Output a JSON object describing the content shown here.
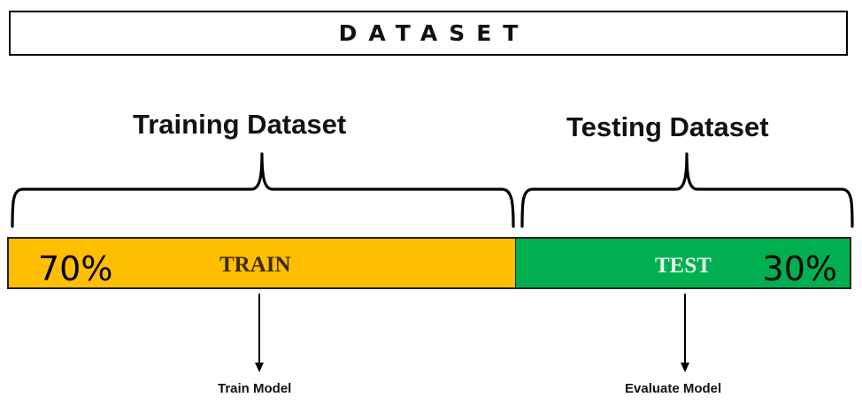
{
  "dataset": {
    "title": "DATASET"
  },
  "training": {
    "section_title": "Training Dataset",
    "bar_label": "TRAIN",
    "percent_text": "70%",
    "share": 0.7,
    "outcome": "Train Model",
    "color": "#FFBF00"
  },
  "testing": {
    "section_title": "Testing Dataset",
    "bar_label": "TEST",
    "percent_text": "30%",
    "share": 0.3,
    "outcome": "Evaluate Model",
    "color": "#00B050",
    "label_color": "#E8F5EC"
  },
  "colors": {
    "train_label_text": "#3A2A00",
    "outline": "#222222"
  }
}
